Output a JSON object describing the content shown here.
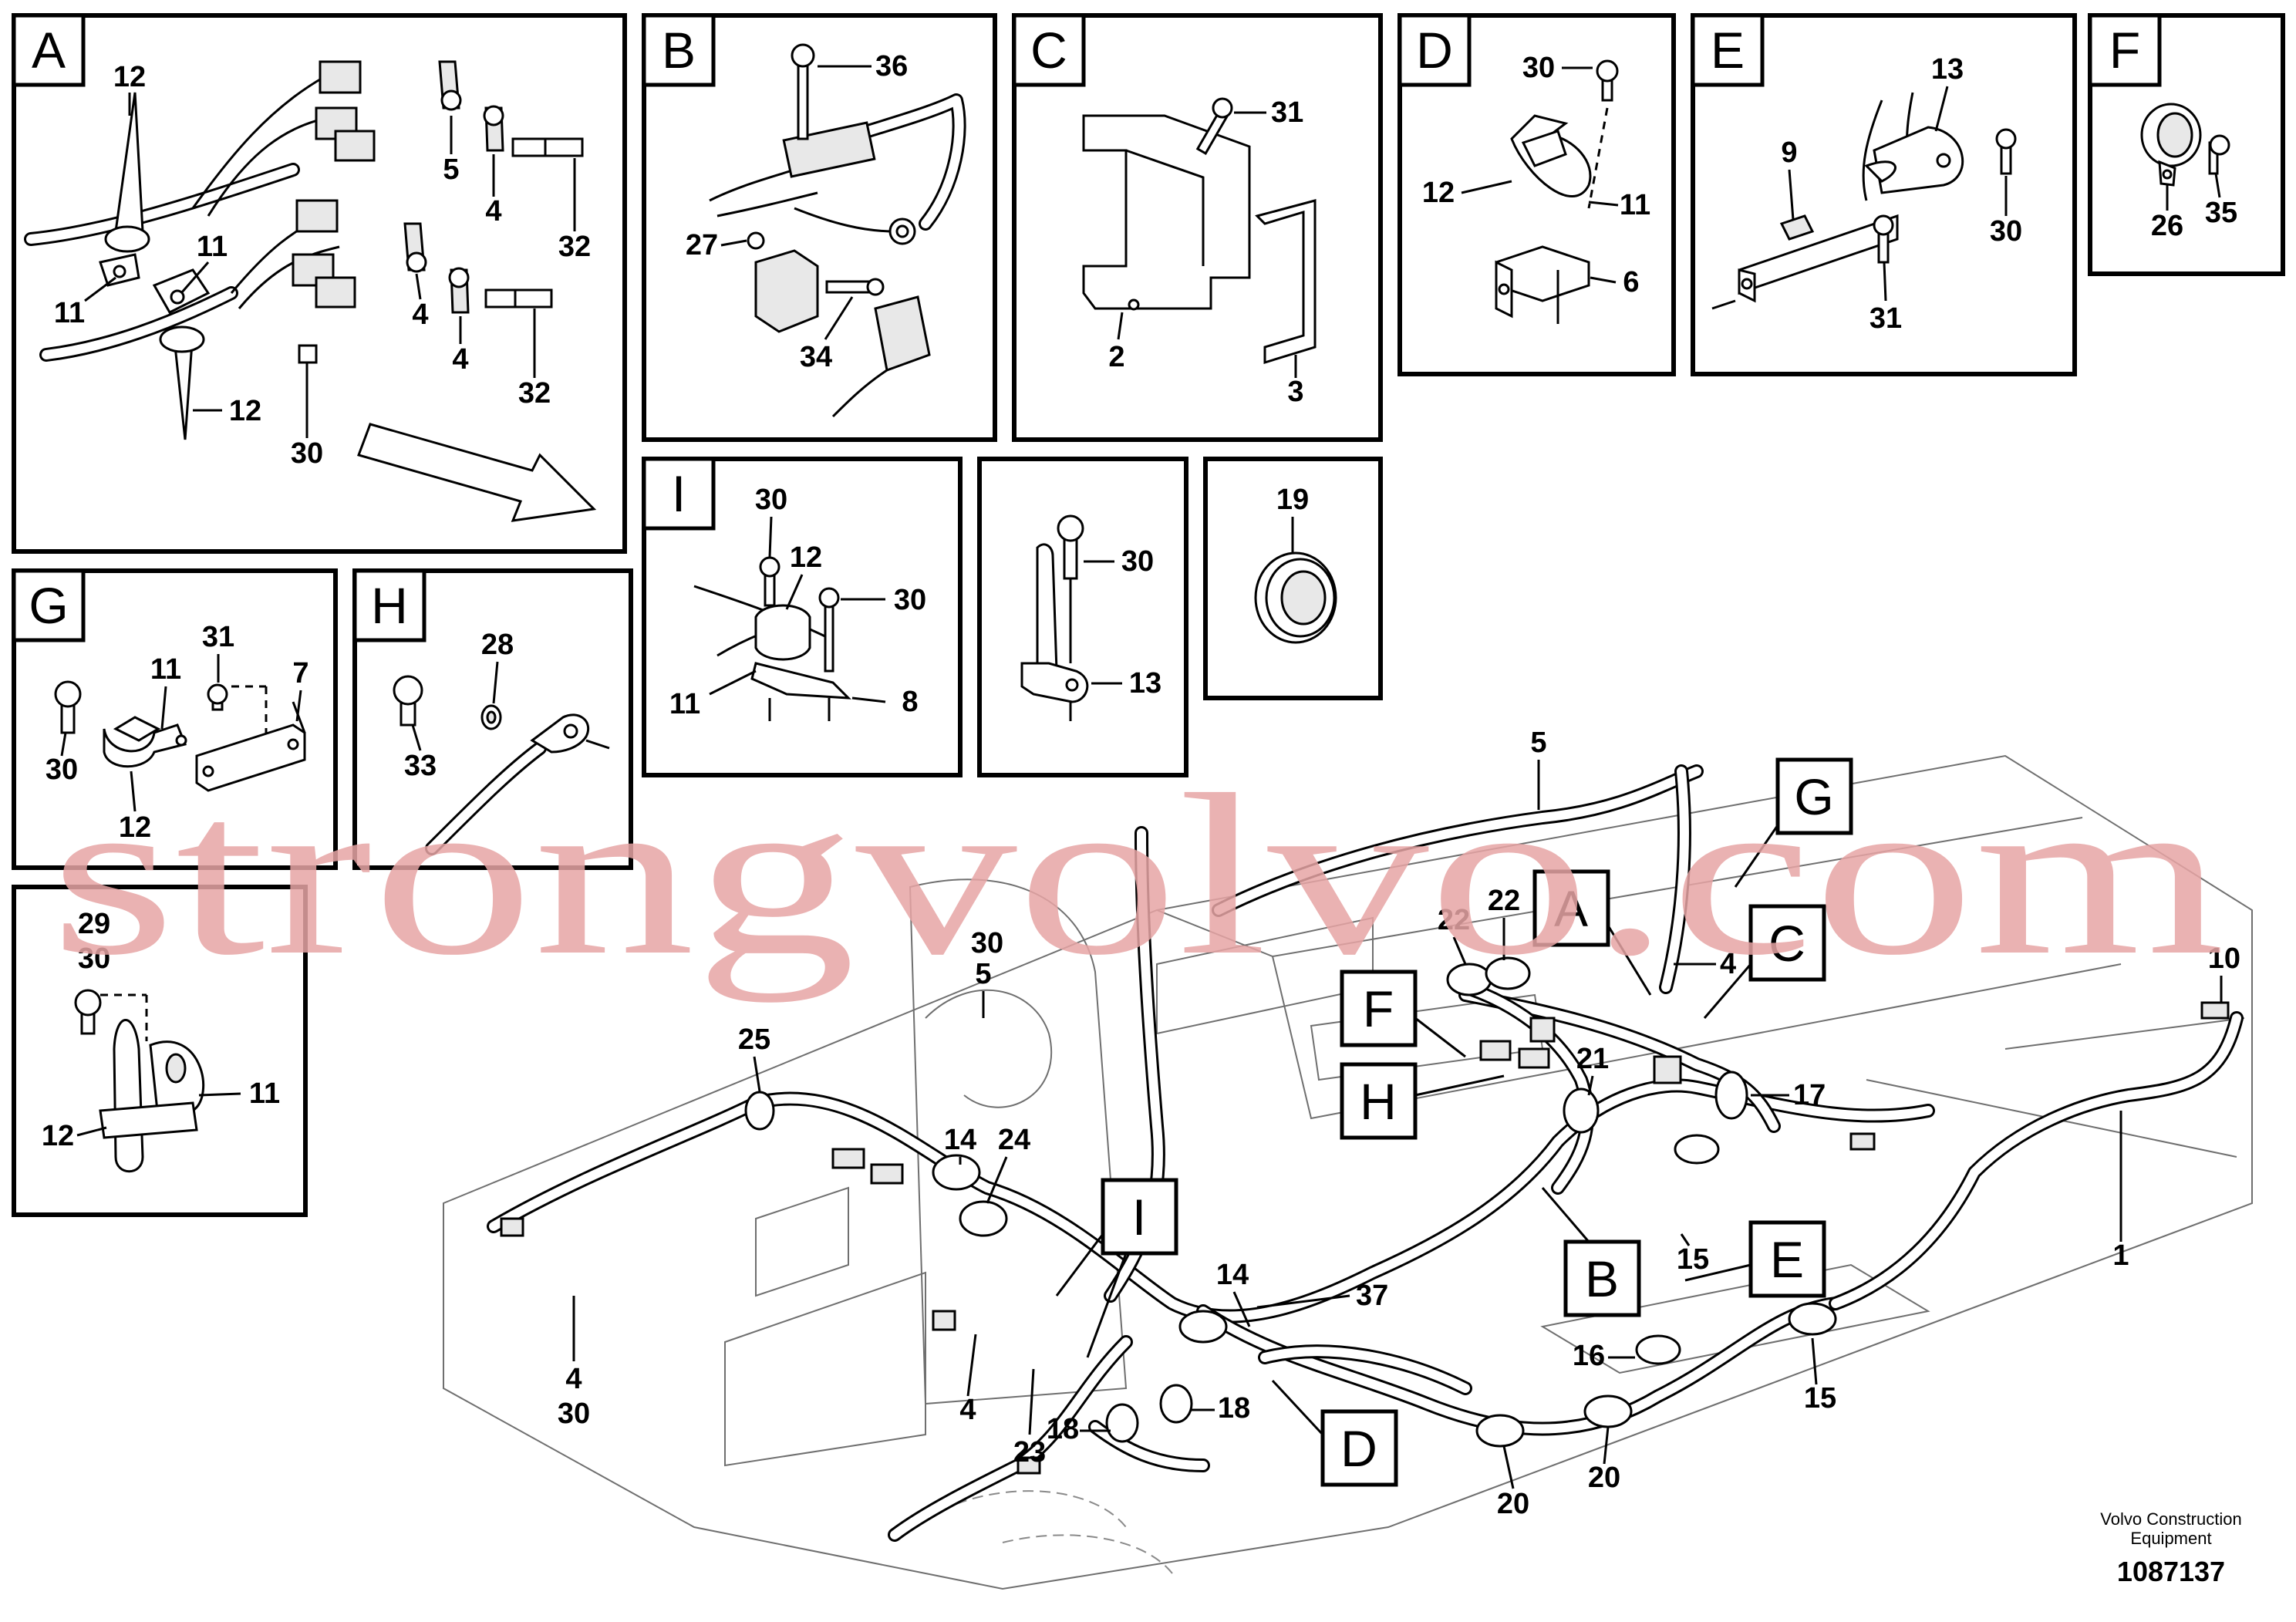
{
  "panels": {
    "A": {
      "letter": "A",
      "labels": [
        "12",
        "5",
        "4",
        "32",
        "11",
        "11",
        "4",
        "4",
        "32",
        "12",
        "30"
      ]
    },
    "B": {
      "letter": "B",
      "labels": [
        "36",
        "27",
        "34"
      ]
    },
    "C": {
      "letter": "C",
      "labels": [
        "31",
        "2",
        "3"
      ]
    },
    "D": {
      "letter": "D",
      "labels": [
        "30",
        "12",
        "11",
        "6"
      ]
    },
    "E": {
      "letter": "E",
      "labels": [
        "13",
        "9",
        "30",
        "31"
      ]
    },
    "F": {
      "letter": "F",
      "labels": [
        "26",
        "35"
      ]
    },
    "G": {
      "letter": "G",
      "labels": [
        "31",
        "11",
        "7",
        "30",
        "12"
      ]
    },
    "H": {
      "letter": "H",
      "labels": [
        "28",
        "33"
      ]
    },
    "I": {
      "letter": "I",
      "labels": [
        "30",
        "12",
        "30",
        "11",
        "8"
      ]
    },
    "J": {
      "letter": "",
      "labels": [
        "30",
        "13"
      ]
    },
    "K": {
      "letter": "",
      "labels": [
        "19"
      ]
    },
    "L": {
      "letter": "",
      "labels": [
        "29",
        "30",
        "11",
        "12"
      ]
    }
  },
  "main": {
    "callouts": [
      "G",
      "A",
      "C",
      "F",
      "H",
      "B",
      "E",
      "I",
      "D"
    ],
    "labels": [
      "5",
      "22",
      "22",
      "4",
      "10",
      "30",
      "5",
      "25",
      "21",
      "17",
      "14",
      "24",
      "1",
      "15",
      "14",
      "37",
      "16",
      "15",
      "4",
      "30",
      "4",
      "23",
      "18",
      "18",
      "20",
      "20"
    ]
  },
  "watermark": "strongvolvo.com",
  "footer": {
    "credit_line1": "Volvo Construction",
    "credit_line2": "Equipment",
    "doc_number": "1087137"
  }
}
